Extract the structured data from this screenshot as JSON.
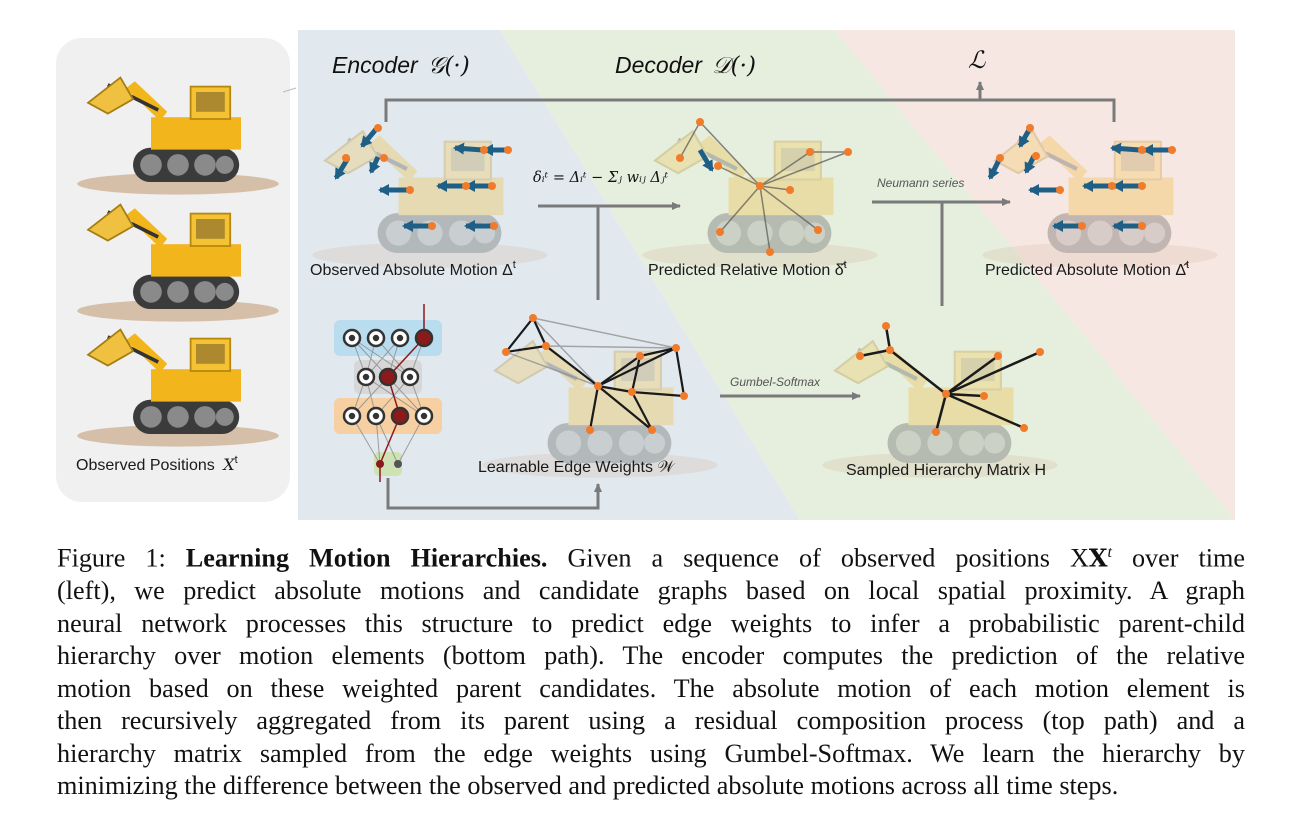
{
  "figure": {
    "stage_headers": {
      "encoder": "Encoder",
      "encoder_math": "𝒢(·)",
      "decoder": "Decoder",
      "decoder_math": "𝒟(·)",
      "loss": "ℒ"
    },
    "panels": {
      "observed_positions": "Observed Positions",
      "observed_positions_sym": "X",
      "observed_absolute_motion": "Observed Absolute Motion Δ",
      "predicted_relative_motion": "Predicted Relative Motion δ̂",
      "predicted_absolute_motion": "Predicted Absolute Motion Δ̂",
      "learnable_edge_weights": "Learnable Edge Weights 𝒲",
      "sampled_hierarchy_matrix": "Sampled Hierarchy Matrix H",
      "superscript_t": "t"
    },
    "arrow_labels": {
      "neumann": "Neumann series",
      "gumbel": "Gumbel-Softmax"
    },
    "equation": "δᵢᵗ = Δᵢᵗ − Σⱼ wᵢⱼ Δⱼᵗ",
    "colors": {
      "encoder_bg": "#e2e9ee",
      "decoder_bg": "#e6eede",
      "loss_bg": "#f7e7e2",
      "arrow": "#1f5f86",
      "node": "#f07b2b",
      "nn_blue": "#b9dcef",
      "nn_gray": "#d7d7d7",
      "nn_orange": "#f6cfa2"
    }
  },
  "caption": {
    "figure_label": "Figure 1:",
    "title": "Learning Motion Hierarchies.",
    "lines": [
      "Given a sequence of observed positions X",
      "over time",
      "(left), we predict absolute motions and candidate graphs based on local spatial proximity. A graph",
      "neural network processes this structure to predict edge weights to infer a probabilistic parent-child",
      "hierarchy over motion elements (bottom path). The encoder computes the prediction of the relative",
      "motion based on these weighted parent candidates. The absolute motion of each motion element is",
      "then recursively aggregated from its parent using a residual composition process (top path) and a",
      "hierarchy matrix sampled from the edge weights using Gumbel-Softmax. We learn the hierarchy by",
      "minimizing the difference between the observed and predicted absolute motions across all time steps."
    ],
    "bold_X": "X",
    "sup_t": "t"
  }
}
